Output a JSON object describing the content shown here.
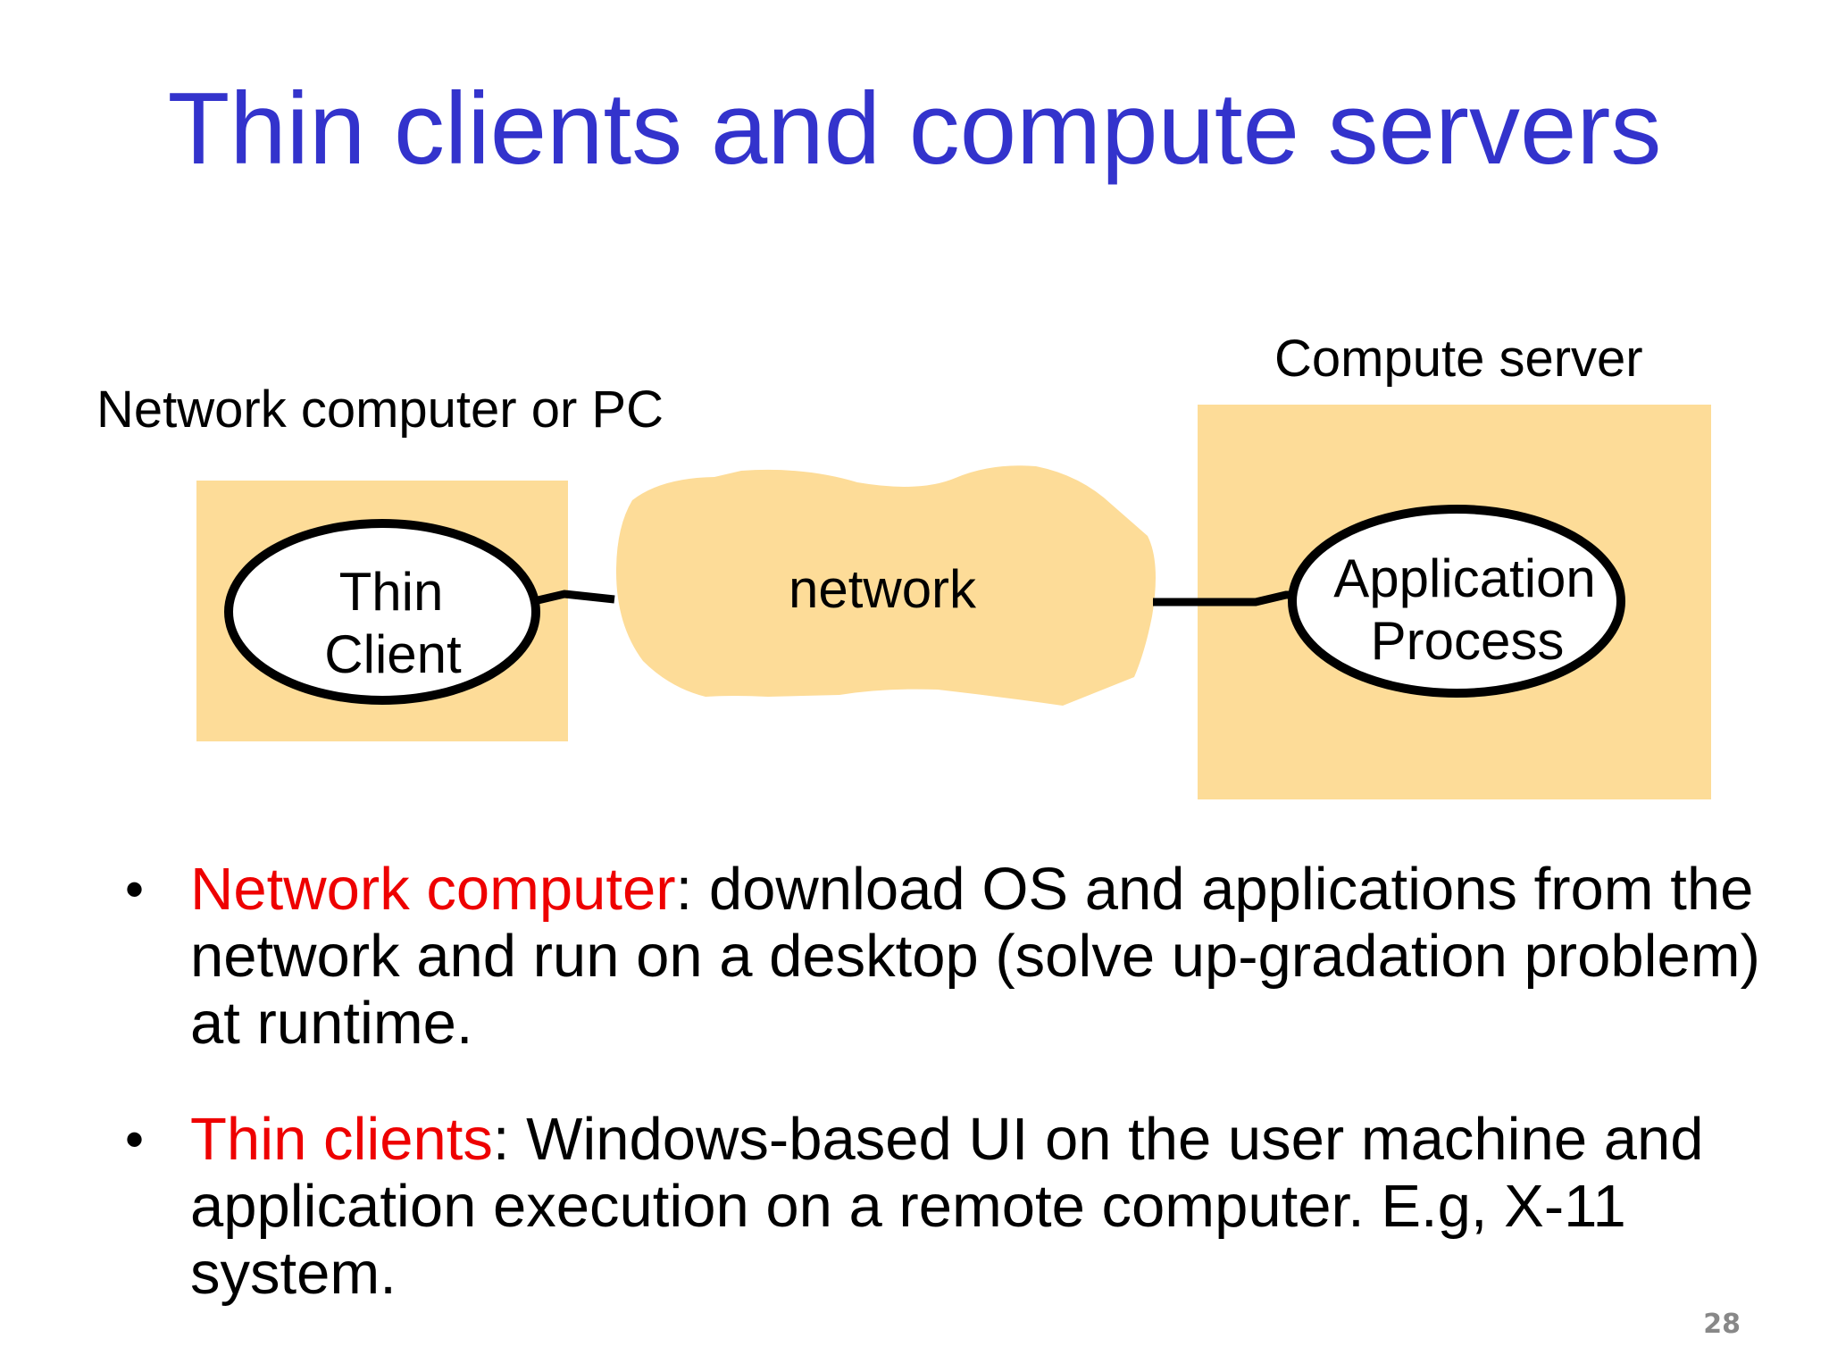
{
  "slide": {
    "title": "Thin clients and compute servers",
    "page_number": "28"
  },
  "diagram": {
    "client_box_label": "Network computer or PC",
    "client_process_line1": "Thin",
    "client_process_line2": "Client",
    "network_label": "network",
    "server_box_label": "Compute server",
    "server_process_line1": "Application",
    "server_process_line2": "Process",
    "box_fill": "#fddc98",
    "network_fill": "#fddc98"
  },
  "bullets": [
    {
      "term": "Network computer",
      "text": ": download OS and applications from the network and run on a desktop (solve up-gradation problem) at runtime."
    },
    {
      "term": "Thin clients",
      "text": ": Windows-based UI on the user machine and application execution on a remote computer. E.g, X-11 system."
    }
  ],
  "colors": {
    "title": "#3333cc",
    "term": "#ee0000",
    "body_text": "#000000"
  }
}
